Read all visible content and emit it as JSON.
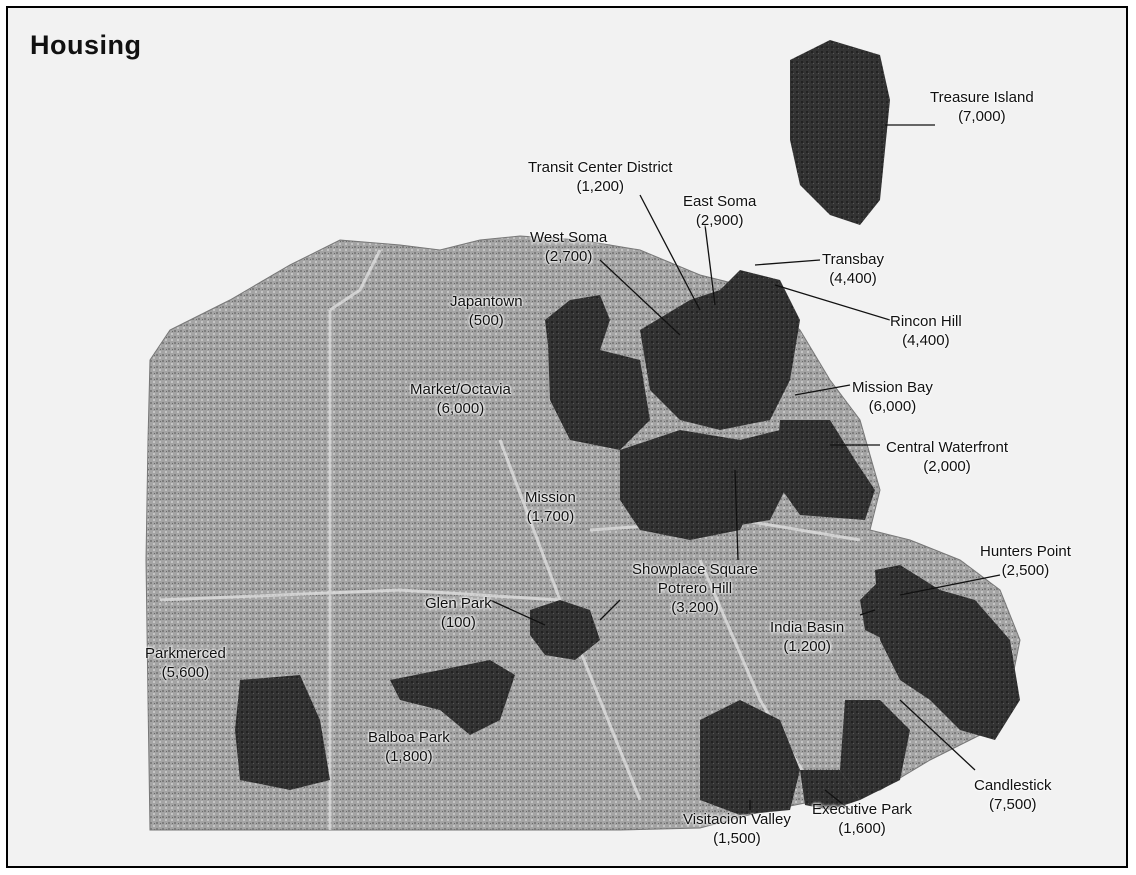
{
  "title": "Housing",
  "map": {
    "areas": [
      {
        "id": "treasure-island",
        "name": "Treasure Island",
        "value": "(7,000)"
      },
      {
        "id": "transit-center",
        "name": "Transit Center District",
        "value": "(1,200)"
      },
      {
        "id": "east-soma",
        "name": "East Soma",
        "value": "(2,900)"
      },
      {
        "id": "west-soma",
        "name": "West Soma",
        "value": "(2,700)"
      },
      {
        "id": "transbay",
        "name": "Transbay",
        "value": "(4,400)"
      },
      {
        "id": "japantown",
        "name": "Japantown",
        "value": "(500)"
      },
      {
        "id": "rincon-hill",
        "name": "Rincon Hill",
        "value": "(4,400)"
      },
      {
        "id": "market-octavia",
        "name": "Market/Octavia",
        "value": "(6,000)"
      },
      {
        "id": "mission-bay",
        "name": "Mission Bay",
        "value": "(6,000)"
      },
      {
        "id": "central-waterfront",
        "name": "Central Waterfront",
        "value": "(2,000)"
      },
      {
        "id": "mission",
        "name": "Mission",
        "value": "(1,700)"
      },
      {
        "id": "hunters-point",
        "name": "Hunters Point",
        "value": "(2,500)"
      },
      {
        "id": "showplace-square",
        "name": "Showplace Square Potrero Hill",
        "value": "(3,200)"
      },
      {
        "id": "glen-park",
        "name": "Glen Park",
        "value": "(100)"
      },
      {
        "id": "india-basin",
        "name": "India Basin",
        "value": "(1,200)"
      },
      {
        "id": "parkmerced",
        "name": "Parkmerced",
        "value": "(5,600)"
      },
      {
        "id": "balboa-park",
        "name": "Balboa Park",
        "value": "(1,800)"
      },
      {
        "id": "candlestick",
        "name": "Candlestick",
        "value": "(7,500)"
      },
      {
        "id": "executive-park",
        "name": "Executive Park",
        "value": "(1,600)"
      },
      {
        "id": "visitacion-valley",
        "name": "Visitacion Valley",
        "value": "(1,500)"
      }
    ]
  },
  "colors": {
    "land": "#9a9a9a",
    "highlight": "#2e2e2e",
    "background": "#f2f2f2"
  }
}
